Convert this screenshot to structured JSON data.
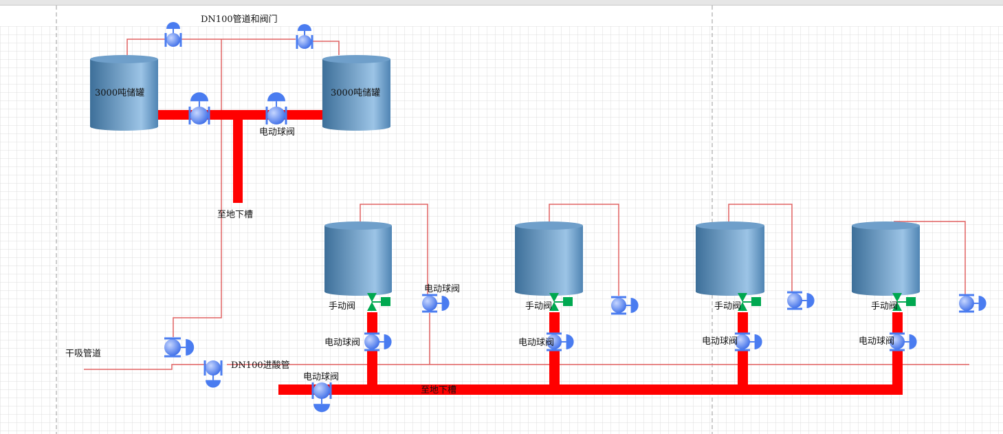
{
  "title": "DN100管道和阀门",
  "labels": {
    "tank_left": "3000吨储罐",
    "tank_right": "3000吨储罐",
    "top_motor_valve": "电动球阀",
    "to_sump_top": "至地下槽",
    "to_sump_bottom": "至地下槽",
    "dry_suction": "干吸管道",
    "acid_inlet": "DN100进酸管",
    "bottom_motor_valve": "电动球阀",
    "units": [
      {
        "manual": "手动阀",
        "motor": "电动球阀",
        "side_motor": "电动球阀"
      },
      {
        "manual": "手动阀",
        "motor": "电动球阀"
      },
      {
        "manual": "手动阀",
        "motor": "电动球阀"
      },
      {
        "manual": "手动阀",
        "motor": "电动球阀"
      }
    ]
  },
  "colors": {
    "pipe_thick": "#ff0000",
    "pipe_thin": "#e06060",
    "valve": "#4a7cf0",
    "manual_valve": "#00a850",
    "tank": "#5a8fbf"
  }
}
